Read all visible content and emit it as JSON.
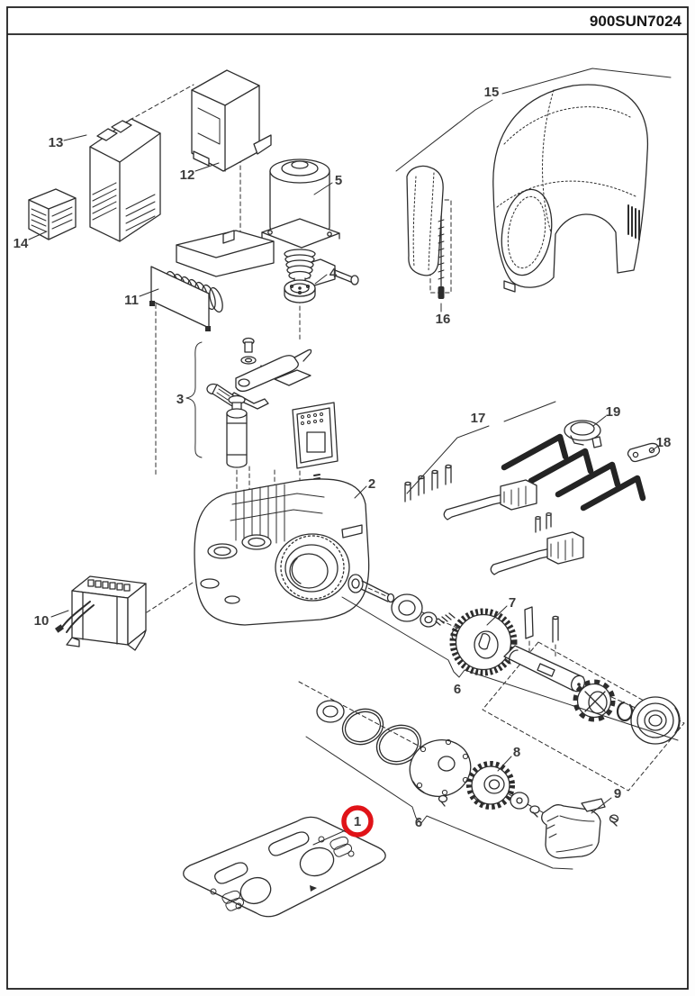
{
  "page": {
    "title": "900SUN7024"
  },
  "diagram": {
    "type": "exploded-parts-diagram",
    "accent_red": "#e01318",
    "line_color": "#2d2d2d",
    "labels": [
      {
        "part": "13",
        "text": "13",
        "circled": false
      },
      {
        "part": "12",
        "text": "12",
        "circled": false
      },
      {
        "part": "14",
        "text": "14",
        "circled": false
      },
      {
        "part": "11",
        "text": "11",
        "circled": false
      },
      {
        "part": "5",
        "text": "5",
        "circled": false
      },
      {
        "part": "4",
        "text": "4",
        "circled": false
      },
      {
        "part": "15",
        "text": "15",
        "circled": false
      },
      {
        "part": "16",
        "text": "16",
        "circled": false
      },
      {
        "part": "3",
        "text": "3",
        "circled": false
      },
      {
        "part": "2",
        "text": "2",
        "circled": false
      },
      {
        "part": "17",
        "text": "17",
        "circled": false
      },
      {
        "part": "19",
        "text": "19",
        "circled": false
      },
      {
        "part": "18",
        "text": "18",
        "circled": false
      },
      {
        "part": "10",
        "text": "10",
        "circled": false
      },
      {
        "part": "7",
        "text": "7",
        "circled": false
      },
      {
        "part": "6",
        "text": "6",
        "circled": false
      },
      {
        "part": "8",
        "text": "8",
        "circled": false
      },
      {
        "part": "9",
        "text": "9",
        "circled": false
      },
      {
        "part": "6",
        "text": "6",
        "circled": false
      },
      {
        "part": "1",
        "text": "1",
        "circled": true
      }
    ]
  }
}
